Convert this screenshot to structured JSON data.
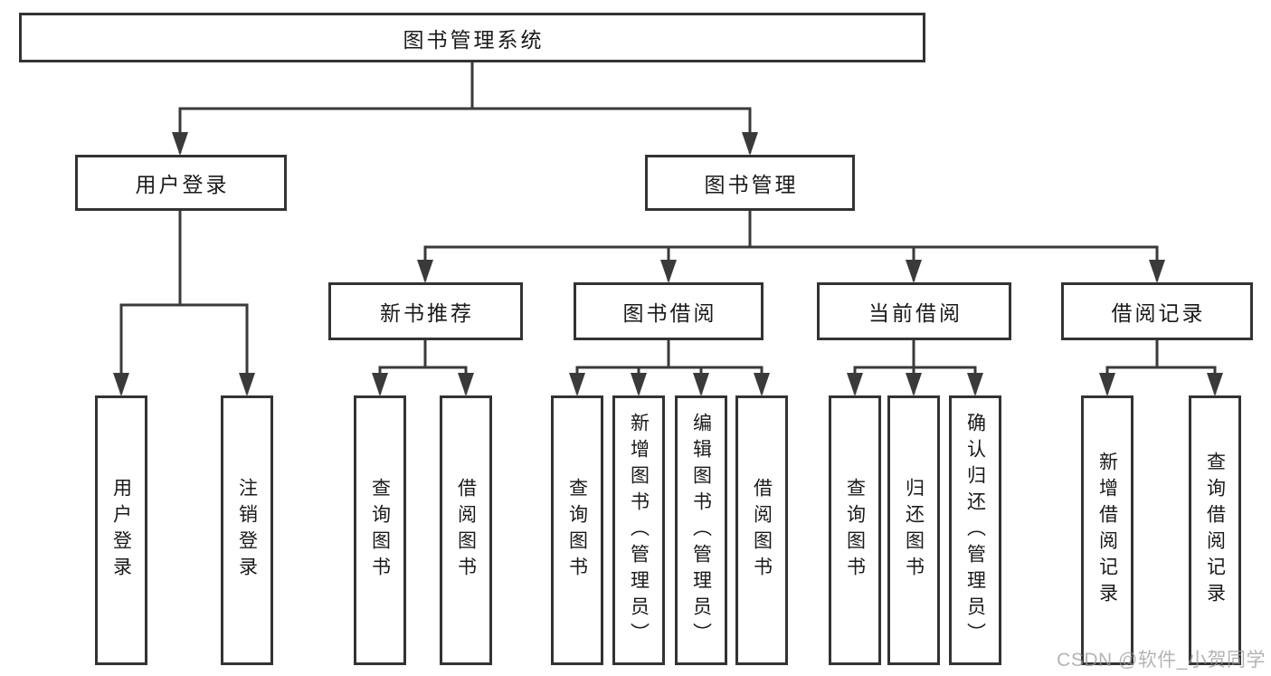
{
  "page": {
    "background": "#ffffff"
  },
  "diagram": {
    "type": "hierarchy",
    "title": "图书管理系统",
    "colors": {
      "line": "#3a3a3a",
      "box_border": "#333333",
      "text": "#1a1a1a"
    },
    "nodes": [
      {
        "id": "root",
        "label": "图书管理系统",
        "parent": null,
        "orientation": "horizontal"
      },
      {
        "id": "user-login",
        "label": "用户登录",
        "parent": "root",
        "orientation": "horizontal"
      },
      {
        "id": "book-management",
        "label": "图书管理",
        "parent": "root",
        "orientation": "horizontal"
      },
      {
        "id": "new-book-recommend",
        "label": "新书推荐",
        "parent": "book-management",
        "orientation": "horizontal"
      },
      {
        "id": "book-borrowing",
        "label": "图书借阅",
        "parent": "book-management",
        "orientation": "horizontal"
      },
      {
        "id": "current-borrowing",
        "label": "当前借阅",
        "parent": "book-management",
        "orientation": "horizontal"
      },
      {
        "id": "borrowing-records",
        "label": "借阅记录",
        "parent": "book-management",
        "orientation": "horizontal"
      },
      {
        "id": "leaf-user-login",
        "label": "用户登录",
        "parent": "user-login",
        "orientation": "vertical"
      },
      {
        "id": "leaf-logout",
        "label": "注销登录",
        "parent": "user-login",
        "orientation": "vertical"
      },
      {
        "id": "leaf-query-book-1",
        "label": "查询图书",
        "parent": "new-book-recommend",
        "orientation": "vertical"
      },
      {
        "id": "leaf-borrow-book-1",
        "label": "借阅图书",
        "parent": "new-book-recommend",
        "orientation": "vertical"
      },
      {
        "id": "leaf-query-book-2",
        "label": "查询图书",
        "parent": "book-borrowing",
        "orientation": "vertical"
      },
      {
        "id": "leaf-add-book",
        "label": "新增图书（管理员）",
        "parent": "book-borrowing",
        "orientation": "vertical"
      },
      {
        "id": "leaf-edit-book",
        "label": "编辑图书（管理员）",
        "parent": "book-borrowing",
        "orientation": "vertical"
      },
      {
        "id": "leaf-borrow-book-2",
        "label": "借阅图书",
        "parent": "book-borrowing",
        "orientation": "vertical"
      },
      {
        "id": "leaf-query-book-3",
        "label": "查询图书",
        "parent": "current-borrowing",
        "orientation": "vertical"
      },
      {
        "id": "leaf-return-book",
        "label": "归还图书",
        "parent": "current-borrowing",
        "orientation": "vertical"
      },
      {
        "id": "leaf-confirm-return",
        "label": "确认归还（管理员）",
        "parent": "current-borrowing",
        "orientation": "vertical"
      },
      {
        "id": "leaf-add-borrow-record",
        "label": "新增借阅记录",
        "parent": "borrowing-records",
        "orientation": "vertical"
      },
      {
        "id": "leaf-query-borrow-record",
        "label": "查询借阅记录",
        "parent": "borrowing-records",
        "orientation": "vertical"
      }
    ]
  },
  "watermark": {
    "text": "CSDN @软件_小贺同学"
  }
}
